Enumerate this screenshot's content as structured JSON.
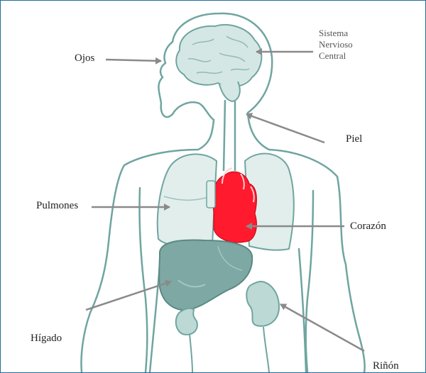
{
  "diagram": {
    "labels": {
      "ojos": "Ojos",
      "sistema_nervioso_central": [
        "Sistema",
        "Nervioso",
        "Central"
      ],
      "piel": "Piel",
      "pulmones": "Pulmones",
      "corazon": "Corazón",
      "higado": "Hígado",
      "rinon": "Riñón"
    },
    "colors": {
      "body_outline": "#6fa5a0",
      "organ_fill": "#bcd9d5",
      "liver_fill": "#7ea8a3",
      "heart": "#ff1a2e",
      "arrow": "#8a8a8a",
      "frame": "#1f6e9a"
    }
  }
}
